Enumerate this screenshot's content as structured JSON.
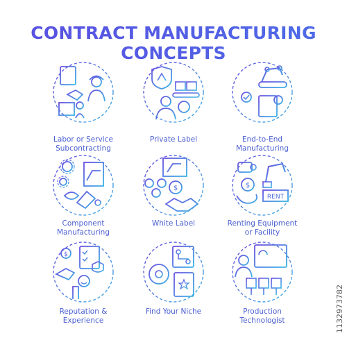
{
  "title": {
    "line1": "CONTRACT MANUFACTURING",
    "line2": "CONCEPTS"
  },
  "colors": {
    "gradient_start": "#5a4fe0",
    "gradient_end": "#38b6e8",
    "label": "#4a5fd0"
  },
  "concepts": [
    {
      "line1": "Labor or Service",
      "line2": "Subcontracting",
      "icon": "handshake-worker-icon"
    },
    {
      "line1": "Private Label",
      "line2": "",
      "icon": "shield-factory-icon"
    },
    {
      "line1": "End-to-End",
      "line2": "Manufacturing",
      "icon": "robot-arm-conveyor-icon"
    },
    {
      "line1": "Component",
      "line2": "Manufacturing",
      "icon": "gears-robot-arm-icon"
    },
    {
      "line1": "White Label",
      "line2": "",
      "icon": "coins-handshake-icon"
    },
    {
      "line1": "Renting Equipment",
      "line2": "or Facility",
      "icon": "rent-robot-arm-icon"
    },
    {
      "line1": "Reputation &",
      "line2": "Experience",
      "icon": "review-handshake-icon"
    },
    {
      "line1": "Find Your Niche",
      "line2": "",
      "icon": "target-clipboard-icon"
    },
    {
      "line1": "Production",
      "line2": "Technologist",
      "icon": "technologist-dashboard-icon"
    }
  ],
  "stock_id": "1132973782"
}
